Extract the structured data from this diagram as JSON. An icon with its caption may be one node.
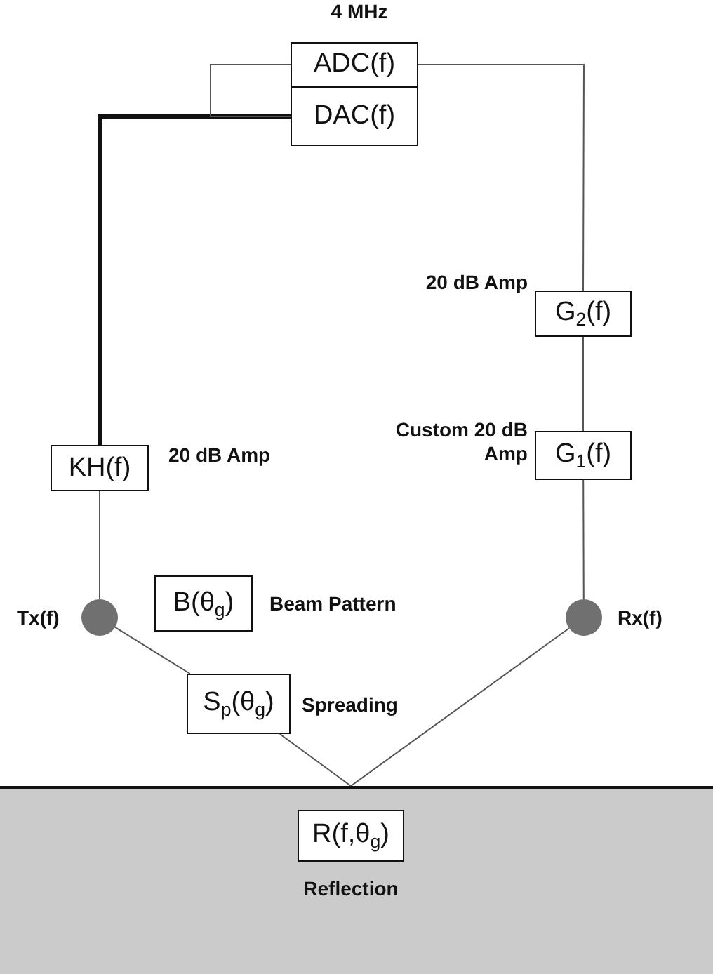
{
  "diagram": {
    "nodes": [
      {
        "text": [
          "ADC(f)"
        ],
        "beside": [
          "4 MHz"
        ]
      },
      {
        "text": [
          "DAC(f)"
        ]
      },
      {
        "text": [
          "G$_{2}$(f)"
        ],
        "beside": [
          "20 dB Amp"
        ]
      },
      {
        "text": [
          "KH(f)"
        ],
        "beside": [
          "20 dB Amp"
        ]
      },
      {
        "text": [
          "G$_{1}$(f)"
        ],
        "beside": [
          "Custom 20 dB Amp"
        ]
      },
      {
        "text": [],
        "shape": "circle",
        "beside": [
          "Tx(f)"
        ]
      },
      {
        "text": [
          "B(θ$_{g}$)"
        ],
        "beside": [
          "Beam Pattern"
        ]
      },
      {
        "text": [],
        "shape": "circle",
        "beside": [
          "Rx(f)"
        ]
      },
      {
        "text": [
          "S$_{p}$(θ$_{g}$)"
        ],
        "beside": [
          "Spreading"
        ]
      },
      {
        "text": [],
        "shape": "box"
      },
      {
        "text": [
          "R(f,θ$_{g}$)"
        ],
        "in": 9,
        "beside": [
          "Reflection"
        ]
      }
    ],
    "edges": [
      {
        "from": 1,
        "to": 3,
        "arrow": "none",
        "style": "thick"
      },
      {
        "from": 3,
        "to": 5,
        "arrow": "none"
      },
      {
        "from": 5,
        "to": 8,
        "arrow": "none"
      },
      {
        "from": 8,
        "to": 9,
        "arrow": "none"
      },
      {
        "from": 9,
        "to": 7,
        "arrow": "none"
      },
      {
        "from": 7,
        "to": 4,
        "arrow": "none"
      },
      {
        "from": 4,
        "to": 2,
        "arrow": "none"
      },
      {
        "from": 2,
        "to": 0,
        "arrow": "none"
      },
      {
        "from": 1,
        "to": 0,
        "arrow": "none"
      }
    ]
  }
}
